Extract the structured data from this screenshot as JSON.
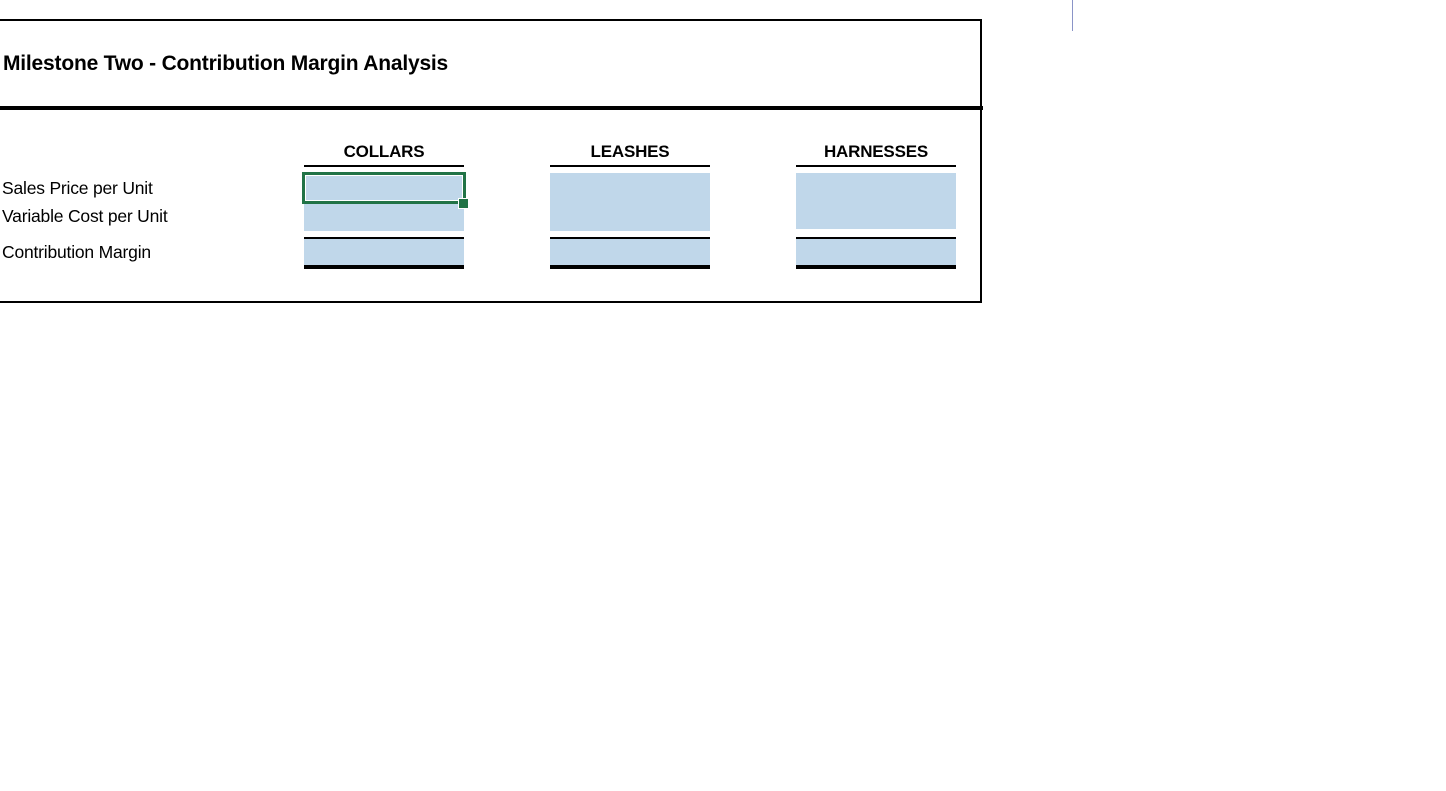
{
  "sheet": {
    "title": "Milestone Two - Contribution Margin Analysis",
    "row_labels": {
      "sales_price": "Sales Price per Unit",
      "variable_cost": "Variable Cost per Unit",
      "contribution_margin": "Contribution Margin"
    },
    "columns": [
      {
        "header": "COLLARS",
        "sales_price": "",
        "variable_cost": "",
        "contribution_margin": ""
      },
      {
        "header": "LEASHES",
        "sales_price": "",
        "variable_cost": "",
        "contribution_margin": ""
      },
      {
        "header": "HARNESSES",
        "sales_price": "",
        "variable_cost": "",
        "contribution_margin": ""
      }
    ],
    "active_cell_column": "COLLARS",
    "active_cell_row": "Sales Price per Unit"
  },
  "colors": {
    "input_fill": "#c0d7ea",
    "selection_border": "#217346",
    "rule": "#000000"
  }
}
